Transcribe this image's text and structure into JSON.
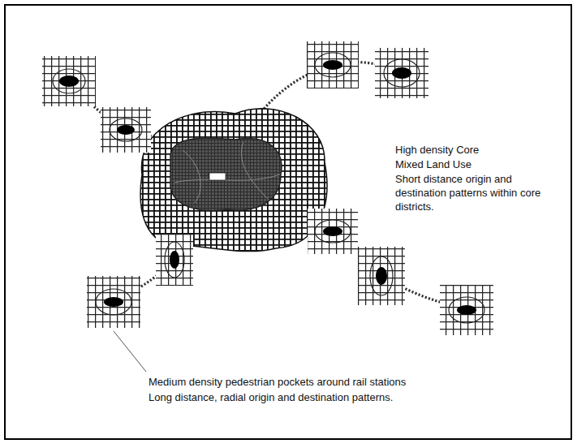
{
  "diagram": {
    "labels": [
      "High density Core",
      "Mixed Land Use",
      "Short distance origin and destination patterns within core districts.",
      "Medium density pedestrian pockets around rail stations",
      "Long distance, radial origin and destination patterns."
    ]
  }
}
